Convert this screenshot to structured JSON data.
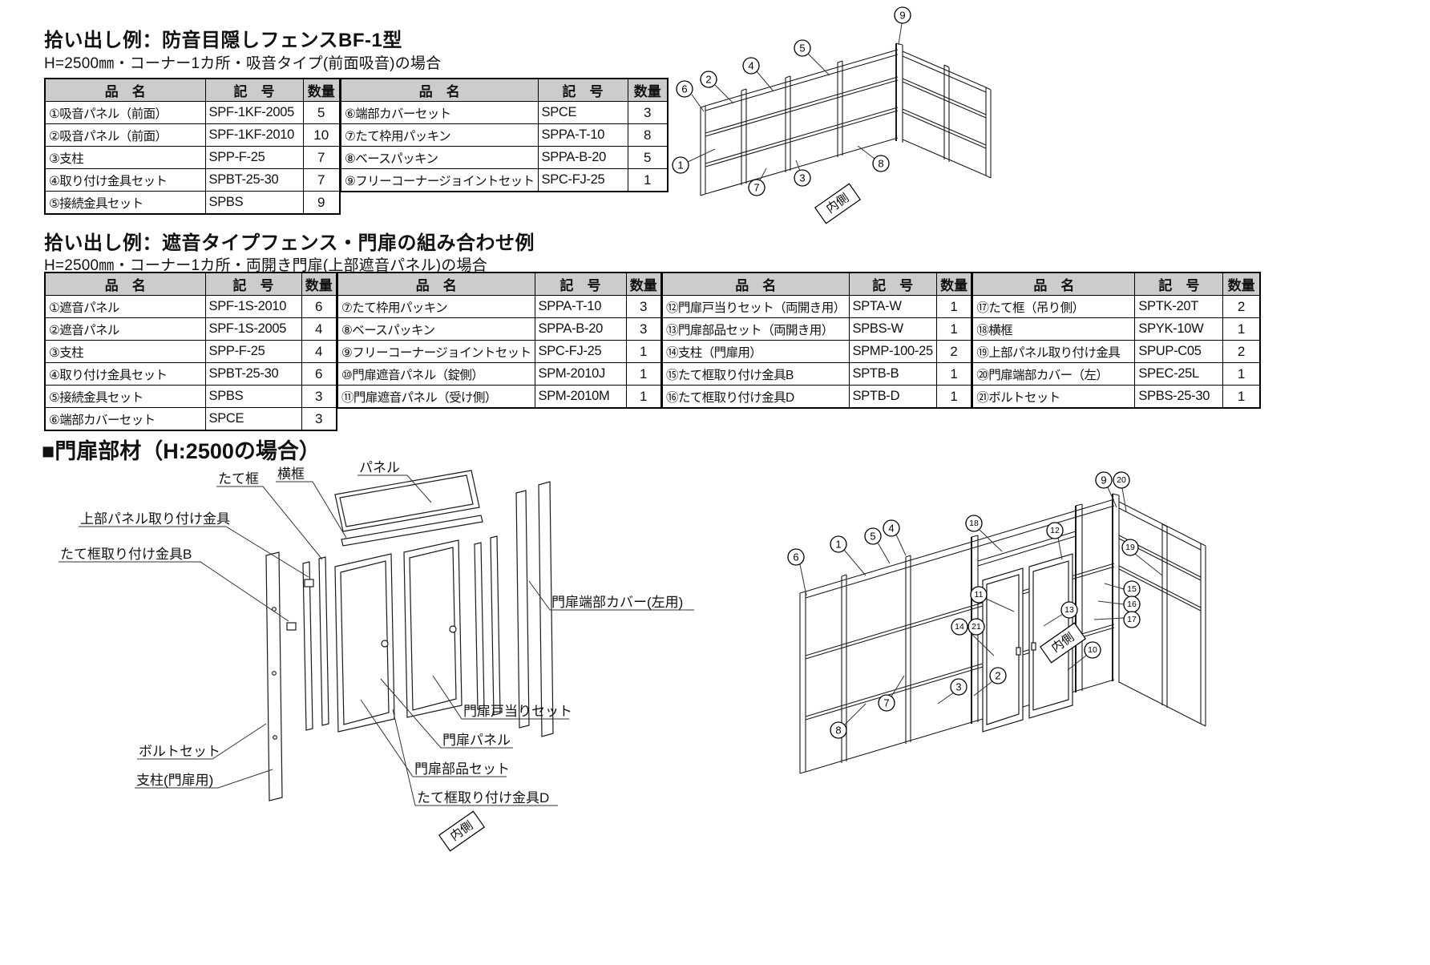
{
  "colors": {
    "table_header_bg": "#cccccc",
    "line": "#1a1a1a"
  },
  "headers": {
    "name": "品　名",
    "code": "記　号",
    "qty": "数量"
  },
  "section1": {
    "title": "拾い出し例：防音目隠しフェンスBF-1型",
    "subtitle": "H=2500㎜・コーナー1カ所・吸音タイプ(前面吸音)の場合",
    "left_rows": [
      {
        "name": "①吸音パネル（前面）",
        "code": "SPF-1KF-2005",
        "qty": "5"
      },
      {
        "name": "②吸音パネル（前面）",
        "code": "SPF-1KF-2010",
        "qty": "10"
      },
      {
        "name": "③支柱",
        "code": "SPP-F-25",
        "qty": "7"
      },
      {
        "name": "④取り付け金具セット",
        "code": "SPBT-25-30",
        "qty": "7"
      },
      {
        "name": "⑤接続金具セット",
        "code": "SPBS",
        "qty": "9"
      }
    ],
    "right_rows": [
      {
        "name": "⑥端部カバーセット",
        "code": "SPCE",
        "qty": "3"
      },
      {
        "name": "⑦たて枠用パッキン",
        "code": "SPPA-T-10",
        "qty": "8"
      },
      {
        "name": "⑧ベースパッキン",
        "code": "SPPA-B-20",
        "qty": "5"
      },
      {
        "name": "⑨フリーコーナージョイントセット",
        "code": "SPC-FJ-25",
        "qty": "1"
      }
    ]
  },
  "section2": {
    "title": "拾い出し例：遮音タイプフェンス・門扉の組み合わせ例",
    "subtitle": "H=2500㎜・コーナー1カ所・両開き門扉(上部遮音パネル)の場合",
    "group_a": [
      {
        "name": "①遮音パネル",
        "code": "SPF-1S-2010",
        "qty": "6"
      },
      {
        "name": "②遮音パネル",
        "code": "SPF-1S-2005",
        "qty": "4"
      },
      {
        "name": "③支柱",
        "code": "SPP-F-25",
        "qty": "4"
      },
      {
        "name": "④取り付け金具セット",
        "code": "SPBT-25-30",
        "qty": "6"
      },
      {
        "name": "⑤接続金具セット",
        "code": "SPBS",
        "qty": "3"
      },
      {
        "name": "⑥端部カバーセット",
        "code": "SPCE",
        "qty": "3"
      }
    ],
    "group_b": [
      {
        "name": "⑦たて枠用パッキン",
        "code": "SPPA-T-10",
        "qty": "3"
      },
      {
        "name": "⑧ベースパッキン",
        "code": "SPPA-B-20",
        "qty": "3"
      },
      {
        "name": "⑨フリーコーナージョイントセット",
        "code": "SPC-FJ-25",
        "qty": "1"
      },
      {
        "name": "⑩門扉遮音パネル（錠側）",
        "code": "SPM-2010J",
        "qty": "1"
      },
      {
        "name": "⑪門扉遮音パネル（受け側）",
        "code": "SPM-2010M",
        "qty": "1"
      }
    ],
    "group_c": [
      {
        "name": "⑫門扉戸当りセット（両開き用）",
        "code": "SPTA-W",
        "qty": "1"
      },
      {
        "name": "⑬門扉部品セット（両開き用）",
        "code": "SPBS-W",
        "qty": "1"
      },
      {
        "name": "⑭支柱（門扉用）",
        "code": "SPMP-100-25",
        "qty": "2"
      },
      {
        "name": "⑮たて框取り付け金具B",
        "code": "SPTB-B",
        "qty": "1"
      },
      {
        "name": "⑯たて框取り付け金具D",
        "code": "SPTB-D",
        "qty": "1"
      }
    ],
    "group_d": [
      {
        "name": "⑰たて框（吊り側）",
        "code": "SPTK-20T",
        "qty": "2"
      },
      {
        "name": "⑱横框",
        "code": "SPYK-10W",
        "qty": "1"
      },
      {
        "name": "⑲上部パネル取り付け金具",
        "code": "SPUP-C05",
        "qty": "2"
      },
      {
        "name": "⑳門扉端部カバー（左）",
        "code": "SPEC-25L",
        "qty": "1"
      },
      {
        "name": "㉑ボルトセット",
        "code": "SPBS-25-30",
        "qty": "1"
      }
    ]
  },
  "section3": {
    "title": "■門扉部材（H:2500の場合）",
    "labels": {
      "panel": "パネル",
      "yoko_kamachi": "横框",
      "tate_kamachi": "たて框",
      "jobu_panel_kanagu": "上部パネル取り付け金具",
      "tate_kamachi_kanagu_b": "たて框取り付け金具B",
      "monpi_tanbu_cover": "門扉端部カバー(左用)",
      "monpi_toatari_set": "門扉戸当りセット",
      "monpi_panel": "門扉パネル",
      "monpi_buhin_set": "門扉部品セット",
      "tate_kamachi_kanagu_d": "たて框取り付け金具D",
      "bolt_set": "ボルトセット",
      "shichu_monpi": "支柱(門扉用)",
      "inner": "内側"
    }
  },
  "diagram1": {
    "callouts": [
      "6",
      "2",
      "4",
      "5",
      "9",
      "1",
      "7",
      "3",
      "8"
    ],
    "inner_label": "内側"
  },
  "diagram3": {
    "callouts": [
      "9",
      "20",
      "6",
      "1",
      "5",
      "4",
      "18",
      "12",
      "19",
      "11",
      "15",
      "16",
      "17",
      "13",
      "14",
      "21",
      "10",
      "2",
      "3",
      "7",
      "8"
    ],
    "inner_label": "内側"
  }
}
